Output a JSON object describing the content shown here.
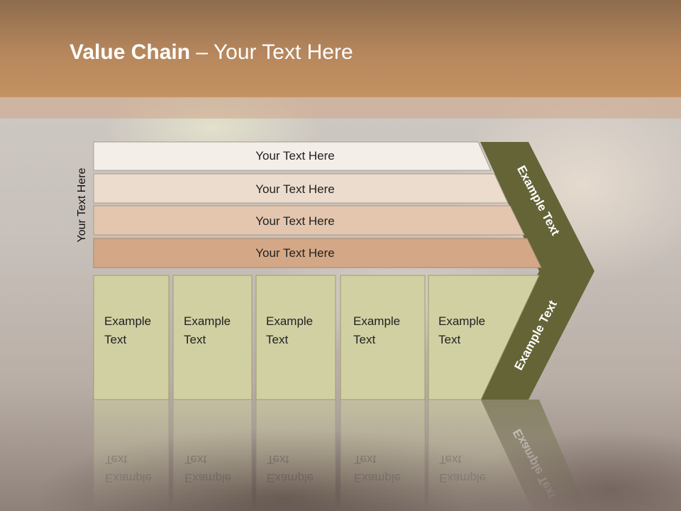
{
  "title": {
    "bold": "Value Chain",
    "rest": " – Your Text Here"
  },
  "side_label": "Your Text Here",
  "rows": [
    {
      "label": "Your Text Here",
      "fill": "#f4eee9"
    },
    {
      "label": "Your Text Here",
      "fill": "#ecdccd"
    },
    {
      "label": "Your Text Here",
      "fill": "#e3c6ad"
    },
    {
      "label": "Your Text Here",
      "fill": "#d4a886"
    }
  ],
  "cells": [
    {
      "line1": "Example",
      "line2": "Text"
    },
    {
      "line1": "Example",
      "line2": "Text"
    },
    {
      "line1": "Example",
      "line2": "Text"
    },
    {
      "line1": "Example",
      "line2": "Text"
    },
    {
      "line1": "Example",
      "line2": "Text"
    }
  ],
  "chevron": {
    "top_label": "Example Text",
    "bottom_label": "Example Text",
    "color": "#646437"
  },
  "colors": {
    "cell_fill": "#d0d0a3",
    "cell_border": "#9c9c6e",
    "header": "#b6875d"
  }
}
